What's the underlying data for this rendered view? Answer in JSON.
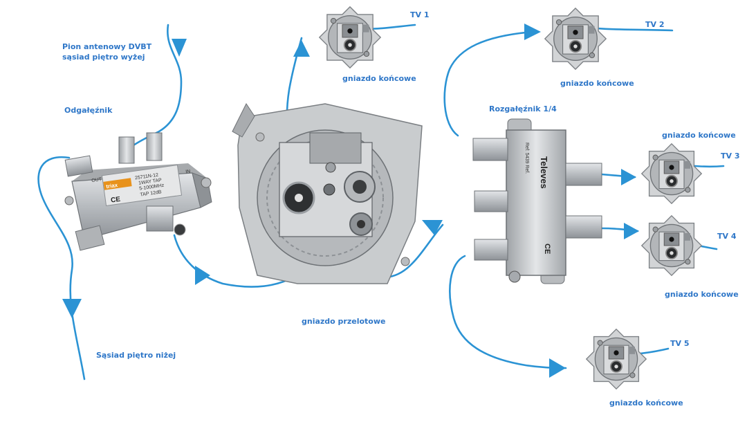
{
  "labels": {
    "riser": "Pion antenowy DVBT\nsąsiad piętro wyżej",
    "tap": "Odgałęźnik",
    "neighbor_below": "Sąsiad piętro niżej",
    "pass_socket": "gniazdo przelotowe",
    "splitter": "Rozgałęźnik 1/4",
    "end_socket_tv1": "gniazdo końcowe",
    "end_socket_tv2": "gniazdo końcowe",
    "end_socket_tv3": "gniazdo końcowe",
    "end_socket_tv4": "gniazdo końcowe",
    "end_socket_tv5": "gniazdo końcowe",
    "tv1": "TV 1",
    "tv2": "TV 2",
    "tv3": "TV 3",
    "tv4": "TV 4",
    "tv5": "TV 5"
  },
  "device_text": {
    "tap_lines": [
      "25711N-12",
      "1WAY TAP",
      "5-1000MHz",
      "TAP 12dB"
    ],
    "tap_ports": [
      "OUT",
      "IN"
    ],
    "tap_brand": "triax",
    "tap_ce": "CE",
    "splitter_brand": "Televes",
    "splitter_ref": "Ref: 5439 Ref.",
    "splitter_ce": "CE"
  },
  "colors": {
    "cable": "#2b93d4",
    "label": "#2f77c8",
    "metal": "#b9bcc0"
  }
}
